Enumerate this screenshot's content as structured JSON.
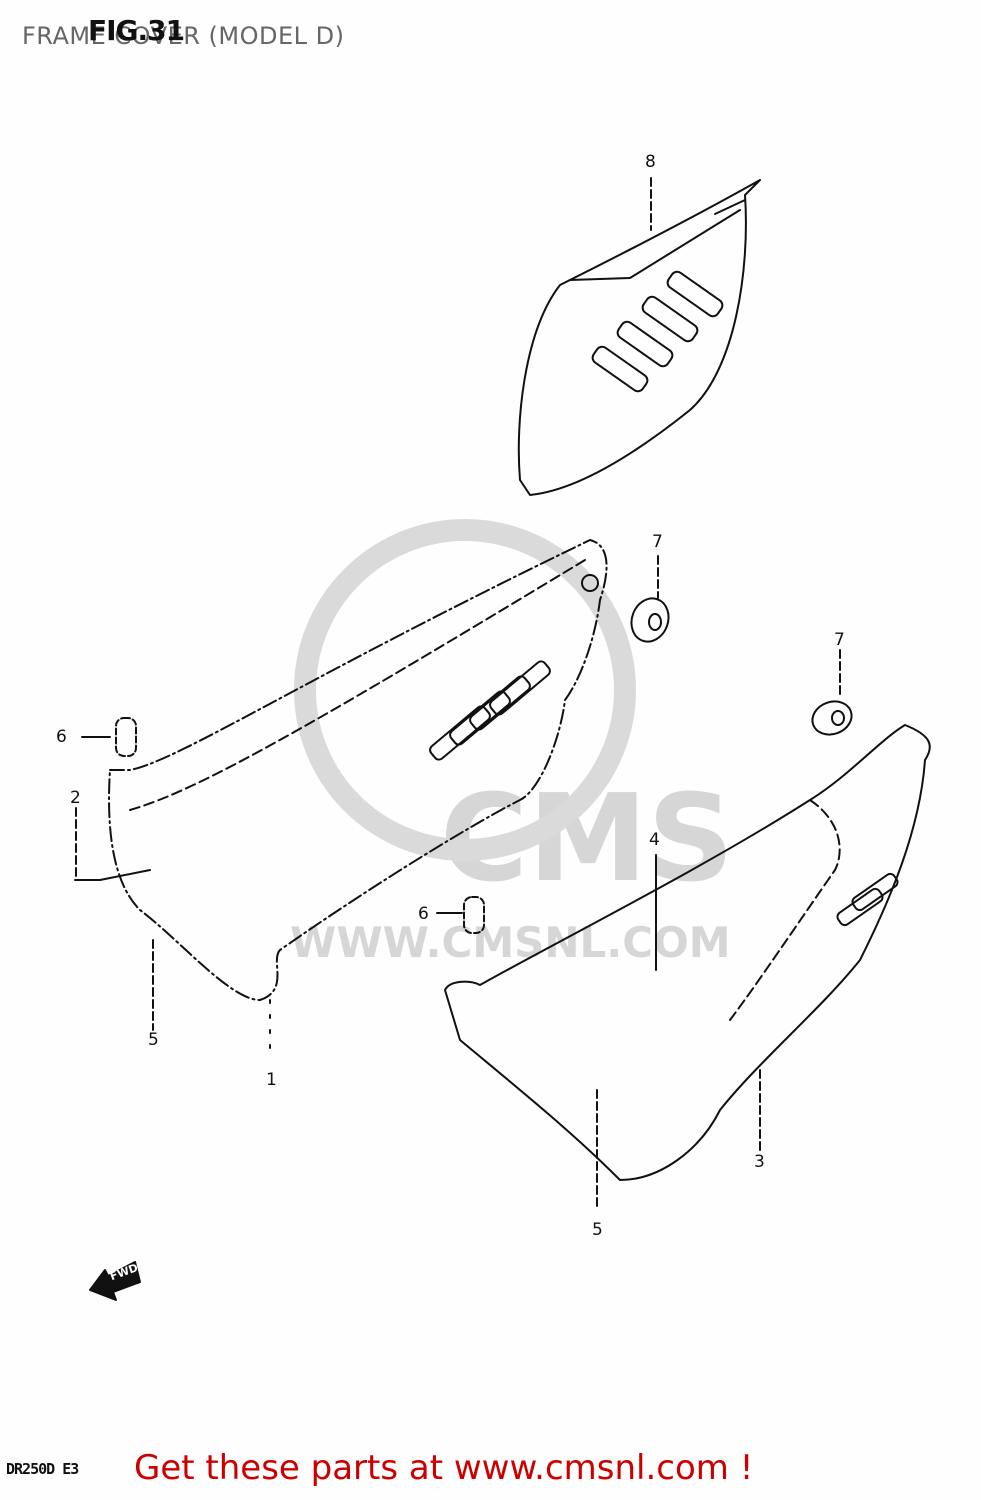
{
  "header": {
    "title": "FRAME COVER (MODEL D)",
    "figure_label": "FIG.31"
  },
  "watermark": {
    "logo_text": "CMS",
    "url_text": "WWW.CMSNL.COM"
  },
  "callouts": [
    {
      "id": "1",
      "label": "1"
    },
    {
      "id": "2",
      "label": "2"
    },
    {
      "id": "3",
      "label": "3"
    },
    {
      "id": "4",
      "label": "4"
    },
    {
      "id": "5a",
      "label": "5"
    },
    {
      "id": "5b",
      "label": "5"
    },
    {
      "id": "6a",
      "label": "6"
    },
    {
      "id": "6b",
      "label": "6"
    },
    {
      "id": "7a",
      "label": "7"
    },
    {
      "id": "7b",
      "label": "7"
    },
    {
      "id": "8",
      "label": "8"
    }
  ],
  "direction_marker": {
    "label": "FWD"
  },
  "footer": {
    "model_code": "DR250D E3",
    "promo_text": "Get these parts at www.cmsnl.com !",
    "promo_color": "#cc0000"
  }
}
